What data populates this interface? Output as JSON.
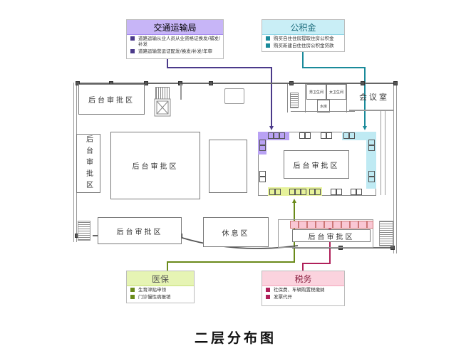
{
  "title": "二层分布图",
  "colors": {
    "transport": "#a58bf0",
    "transport_dark": "#4b3a8a",
    "fund": "#a6e3f0",
    "fund_dark": "#1a8a9a",
    "medical": "#dcef9a",
    "medical_dark": "#6a8a1a",
    "tax": "#f7b8c8",
    "tax_dark": "#b0205a"
  },
  "callouts": {
    "transport": {
      "title": "交通运输局",
      "items": [
        "道路运输从业人员从业资格证换发/補发/补发",
        "道路运输营运证配发/换发/补发/年审"
      ]
    },
    "fund": {
      "title": "公积金",
      "items": [
        "购买自住住房提取住房公积金",
        "购买新建自住住房公积金贷款"
      ]
    },
    "medical": {
      "title": "医保",
      "items": [
        "生育津贴申领",
        "门诊慢性病报销"
      ]
    },
    "tax": {
      "title": "税务",
      "items": [
        "社保费、车辆购置税缴纳",
        "发票代开"
      ]
    }
  },
  "rooms": {
    "top_left": "后台审批区",
    "left_vertical": "后台审批区",
    "center_large": "后台审批区",
    "center_hall": "后台审批区",
    "bottom_left": "后台审批区",
    "rest": "休息区",
    "bottom_right": "后台审批区",
    "meeting": "会议室",
    "restroom_m": "男卫生间",
    "restroom_f": "女卫生间",
    "water": "水房"
  }
}
